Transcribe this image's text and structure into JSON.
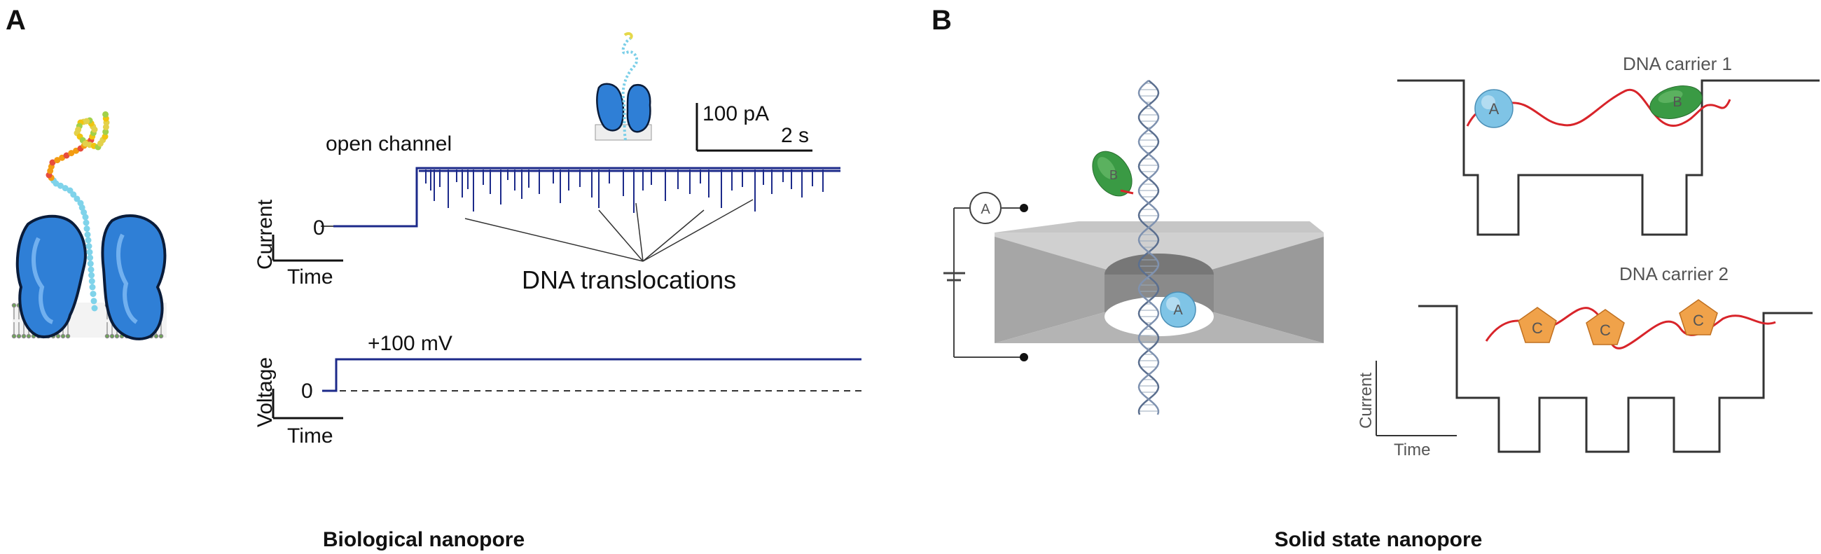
{
  "panel_a": {
    "letter": "A",
    "caption": "Biological nanopore",
    "open_channel_label": "open channel",
    "scale_current": "100 pA",
    "scale_time": "2 s",
    "current_axis_label": "Current",
    "current_zero": "0",
    "time_label_top": "Time",
    "translocations_label": "DNA translocations",
    "voltage_label": "+100 mV",
    "voltage_axis_label": "Voltage",
    "voltage_zero": "0",
    "time_label_bottom": "Time",
    "trace_color": "#1c2a8a"
  },
  "panel_b": {
    "letter": "B",
    "caption": "Solid state nanopore",
    "ammeter_symbol": "A",
    "bead_b": "B",
    "bead_a": "A",
    "carrier1_title": "DNA carrier 1",
    "carrier1_labels": [
      "A",
      "B"
    ],
    "carrier2_title": "DNA carrier 2",
    "carrier2_labels": [
      "C",
      "C",
      "C"
    ],
    "current_axis_label": "Current",
    "time_axis_label": "Time",
    "colors": {
      "bead_blue": "#7fc4e6",
      "bead_green": "#3a9a44",
      "bead_orange": "#f0a24a",
      "dna_strand": "#d8242a"
    }
  }
}
